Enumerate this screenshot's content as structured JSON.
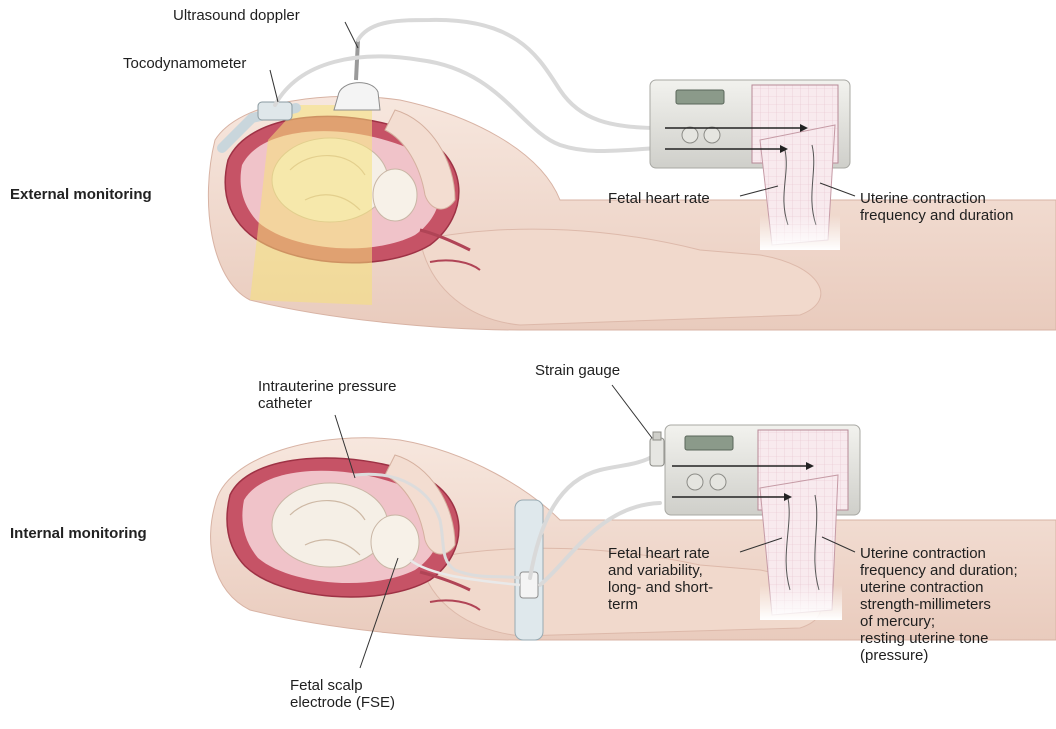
{
  "external": {
    "section_title": "External monitoring",
    "labels": {
      "ultrasound_doppler": "Ultrasound doppler",
      "tocodynamometer": "Tocodynamometer",
      "fetal_heart_rate": "Fetal heart rate",
      "uterine_contraction": [
        "Uterine contraction",
        "frequency and duration"
      ]
    }
  },
  "internal": {
    "section_title": "Internal monitoring",
    "labels": {
      "intrauterine_pressure_catheter": [
        "Intrauterine pressure",
        "catheter"
      ],
      "strain_gauge": "Strain gauge",
      "fetal_heart_rate": [
        "Fetal heart rate",
        "and variability,",
        "long- and short-",
        "term"
      ],
      "uterine_contraction": [
        "Uterine contraction",
        "frequency and duration;",
        "uterine contraction",
        "strength-millimeters",
        "of mercury;",
        "resting uterine tone",
        "(pressure)"
      ],
      "fetal_scalp_electrode": [
        "Fetal scalp",
        "electrode (FSE)"
      ]
    }
  },
  "colors": {
    "skin": "#f2ddd2",
    "uterus": "#b9485a",
    "uterus_light": "#e8aab4",
    "yellow_beam": "#f5e27a",
    "monitor": "#e6e6e2",
    "paper": "#f6e6ea",
    "cable": "#eeeeee"
  }
}
